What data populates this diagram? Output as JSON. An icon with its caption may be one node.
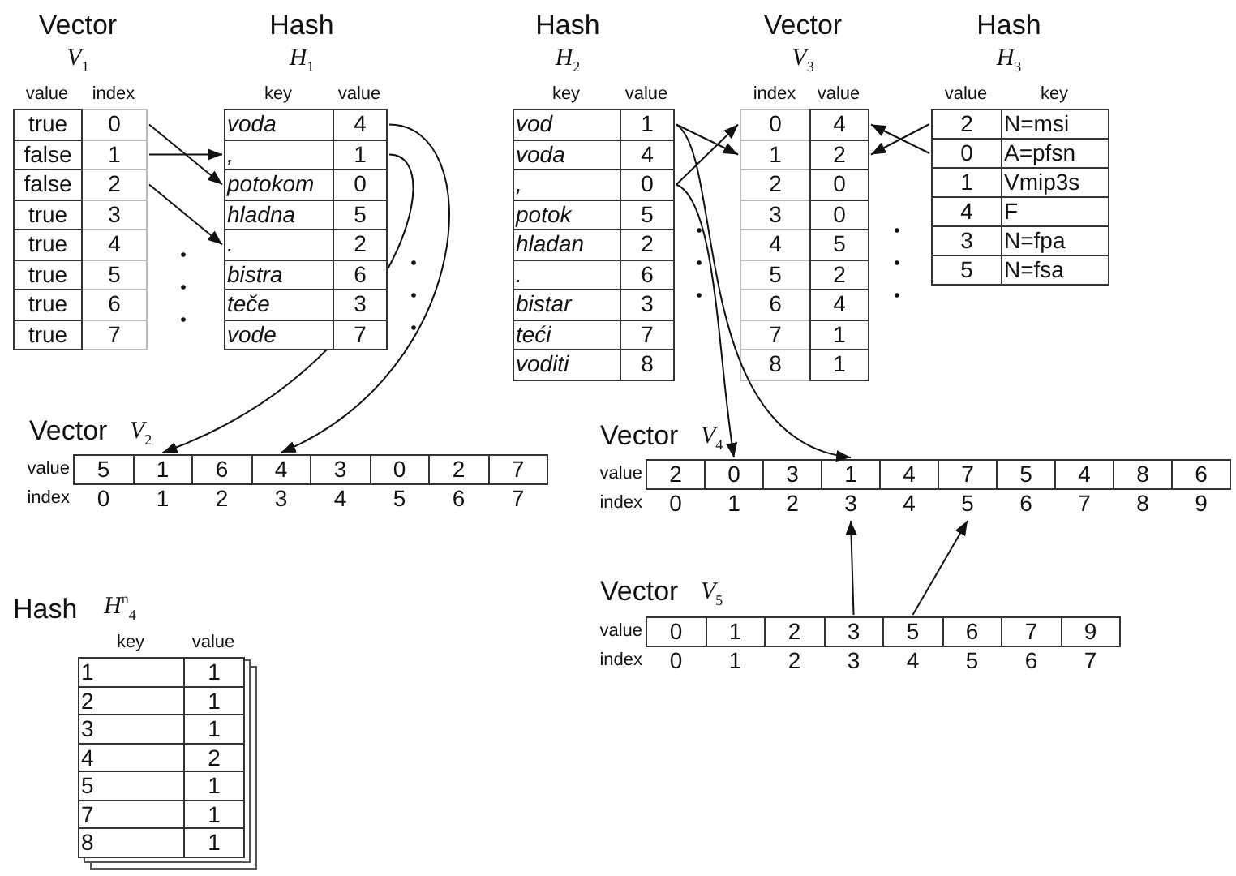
{
  "diagram": {
    "nodes": [
      {
        "text": [
          "Vector",
          "*V*$_{1}$",
          "value",
          "index"
        ]
      },
      {
        "text": [
          "true",
          "0"
        ],
        "in": 0
      },
      {
        "text": [
          "false",
          "1"
        ],
        "in": 0
      },
      {
        "text": [
          "false",
          "2"
        ],
        "in": 0
      },
      {
        "text": [
          "true",
          "3"
        ],
        "in": 0
      },
      {
        "text": [
          "true",
          "4"
        ],
        "in": 0
      },
      {
        "text": [
          "true",
          "5"
        ],
        "in": 0
      },
      {
        "text": [
          "true",
          "6"
        ],
        "in": 0
      },
      {
        "text": [
          "true",
          "7"
        ],
        "in": 0
      },
      {
        "text": [
          "Hash",
          "*H*$_{1}$",
          "key",
          "value"
        ]
      },
      {
        "text": [
          "voda",
          "4"
        ],
        "in": 9
      },
      {
        "text": [
          ",",
          "1"
        ],
        "in": 9
      },
      {
        "text": [
          "potokom",
          "0"
        ],
        "in": 9
      },
      {
        "text": [
          "hladna",
          "5"
        ],
        "in": 9
      },
      {
        "text": [
          ".",
          "2"
        ],
        "in": 9
      },
      {
        "text": [
          "bistra",
          "6"
        ],
        "in": 9
      },
      {
        "text": [
          "teče",
          "3"
        ],
        "in": 9
      },
      {
        "text": [
          "vode",
          "7"
        ],
        "in": 9
      },
      {
        "text": [
          "Hash",
          "*H*$_{2}$",
          "key",
          "value"
        ]
      },
      {
        "text": [
          "vod",
          "1"
        ],
        "in": 18
      },
      {
        "text": [
          "voda",
          "4"
        ],
        "in": 18
      },
      {
        "text": [
          ",",
          "0"
        ],
        "in": 18
      },
      {
        "text": [
          "potok",
          "5"
        ],
        "in": 18
      },
      {
        "text": [
          "hladan",
          "2"
        ],
        "in": 18
      },
      {
        "text": [
          ".",
          "6"
        ],
        "in": 18
      },
      {
        "text": [
          "bistar",
          "3"
        ],
        "in": 18
      },
      {
        "text": [
          "teći",
          "7"
        ],
        "in": 18
      },
      {
        "text": [
          "voditi",
          "8"
        ],
        "in": 18
      },
      {
        "text": [
          "Vector",
          "*V*$_{3}$",
          "index",
          "value"
        ]
      },
      {
        "text": [
          "0",
          "4"
        ],
        "in": 28
      },
      {
        "text": [
          "1",
          "2"
        ],
        "in": 28
      },
      {
        "text": [
          "2",
          "0"
        ],
        "in": 28
      },
      {
        "text": [
          "3",
          "0"
        ],
        "in": 28
      },
      {
        "text": [
          "4",
          "5"
        ],
        "in": 28
      },
      {
        "text": [
          "5",
          "2"
        ],
        "in": 28
      },
      {
        "text": [
          "6",
          "4"
        ],
        "in": 28
      },
      {
        "text": [
          "7",
          "1"
        ],
        "in": 28
      },
      {
        "text": [
          "8",
          "1"
        ],
        "in": 28
      },
      {
        "text": [
          "Hash",
          "*H*$_{3}$",
          "value",
          "key"
        ]
      },
      {
        "text": [
          "2",
          "N=msi"
        ],
        "in": 38
      },
      {
        "text": [
          "0",
          "A=pfsn"
        ],
        "in": 38
      },
      {
        "text": [
          "1",
          "Vmip3s"
        ],
        "in": 38
      },
      {
        "text": [
          "4",
          "F"
        ],
        "in": 38
      },
      {
        "text": [
          "3",
          "N=fpa"
        ],
        "in": 38
      },
      {
        "text": [
          "5",
          "N=fsa"
        ],
        "in": 38
      },
      {
        "text": [
          "Vector",
          "*V*$_{2}$",
          "value",
          "index"
        ]
      },
      {
        "text": [
          "5",
          "0"
        ],
        "in": 45
      },
      {
        "text": [
          "1",
          "1"
        ],
        "in": 45
      },
      {
        "text": [
          "6",
          "2"
        ],
        "in": 45
      },
      {
        "text": [
          "4",
          "3"
        ],
        "in": 45
      },
      {
        "text": [
          "3",
          "4"
        ],
        "in": 45
      },
      {
        "text": [
          "0",
          "5"
        ],
        "in": 45
      },
      {
        "text": [
          "2",
          "6"
        ],
        "in": 45
      },
      {
        "text": [
          "7",
          "7"
        ],
        "in": 45
      },
      {
        "text": [
          "Vector",
          "*V*$_{4}$",
          "value",
          "index"
        ]
      },
      {
        "text": [
          "2",
          "0"
        ],
        "in": 54
      },
      {
        "text": [
          "0",
          "1"
        ],
        "in": 54
      },
      {
        "text": [
          "3",
          "2"
        ],
        "in": 54
      },
      {
        "text": [
          "1",
          "3"
        ],
        "in": 54
      },
      {
        "text": [
          "4",
          "4"
        ],
        "in": 54
      },
      {
        "text": [
          "7",
          "5"
        ],
        "in": 54
      },
      {
        "text": [
          "5",
          "6"
        ],
        "in": 54
      },
      {
        "text": [
          "4",
          "7"
        ],
        "in": 54
      },
      {
        "text": [
          "8",
          "8"
        ],
        "in": 54
      },
      {
        "text": [
          "6",
          "9"
        ],
        "in": 54
      },
      {
        "text": [
          "Vector",
          "*V*$_{5}$",
          "value",
          "index"
        ]
      },
      {
        "text": [
          "0",
          "0"
        ],
        "in": 65
      },
      {
        "text": [
          "1",
          "1"
        ],
        "in": 65
      },
      {
        "text": [
          "2",
          "2"
        ],
        "in": 65
      },
      {
        "text": [
          "3",
          "3"
        ],
        "in": 65
      },
      {
        "text": [
          "5",
          "4"
        ],
        "in": 65
      },
      {
        "text": [
          "6",
          "5"
        ],
        "in": 65
      },
      {
        "text": [
          "7",
          "6"
        ],
        "in": 65
      },
      {
        "text": [
          "9",
          "7"
        ],
        "in": 65
      },
      {
        "text": [
          "Hash",
          "*H*$^{n}$$_{4}$",
          "key",
          "value"
        ]
      },
      {
        "text": [
          "1",
          "1"
        ],
        "in": 74
      },
      {
        "text": [
          "2",
          "1"
        ],
        "in": 74
      },
      {
        "text": [
          "3",
          "1"
        ],
        "in": 74
      },
      {
        "text": [
          "4",
          "2"
        ],
        "in": 74
      },
      {
        "text": [
          "5",
          "1"
        ],
        "in": 74
      },
      {
        "text": [
          "7",
          "1"
        ],
        "in": 74
      },
      {
        "text": [
          "8",
          "1"
        ],
        "in": 74
      }
    ],
    "edges": [
      {
        "from": 1,
        "to": 12,
        "arrow": "to"
      },
      {
        "from": 2,
        "to": 11,
        "arrow": "to"
      },
      {
        "from": 3,
        "to": 14,
        "arrow": "to"
      },
      {
        "from": 10,
        "to": 49,
        "arrow": "to"
      },
      {
        "from": 11,
        "to": 47,
        "arrow": "to"
      },
      {
        "from": 19,
        "to": 30,
        "arrow": "to"
      },
      {
        "from": 21,
        "to": 29,
        "arrow": "to"
      },
      {
        "from": 21,
        "to": 56,
        "arrow": "to"
      },
      {
        "from": 19,
        "to": 58,
        "arrow": "to"
      },
      {
        "from": 39,
        "to": 30,
        "arrow": "to"
      },
      {
        "from": 40,
        "to": 29,
        "arrow": "to"
      },
      {
        "from": 69,
        "to": 58,
        "arrow": "to"
      },
      {
        "from": 70,
        "to": 60,
        "arrow": "to"
      }
    ]
  }
}
